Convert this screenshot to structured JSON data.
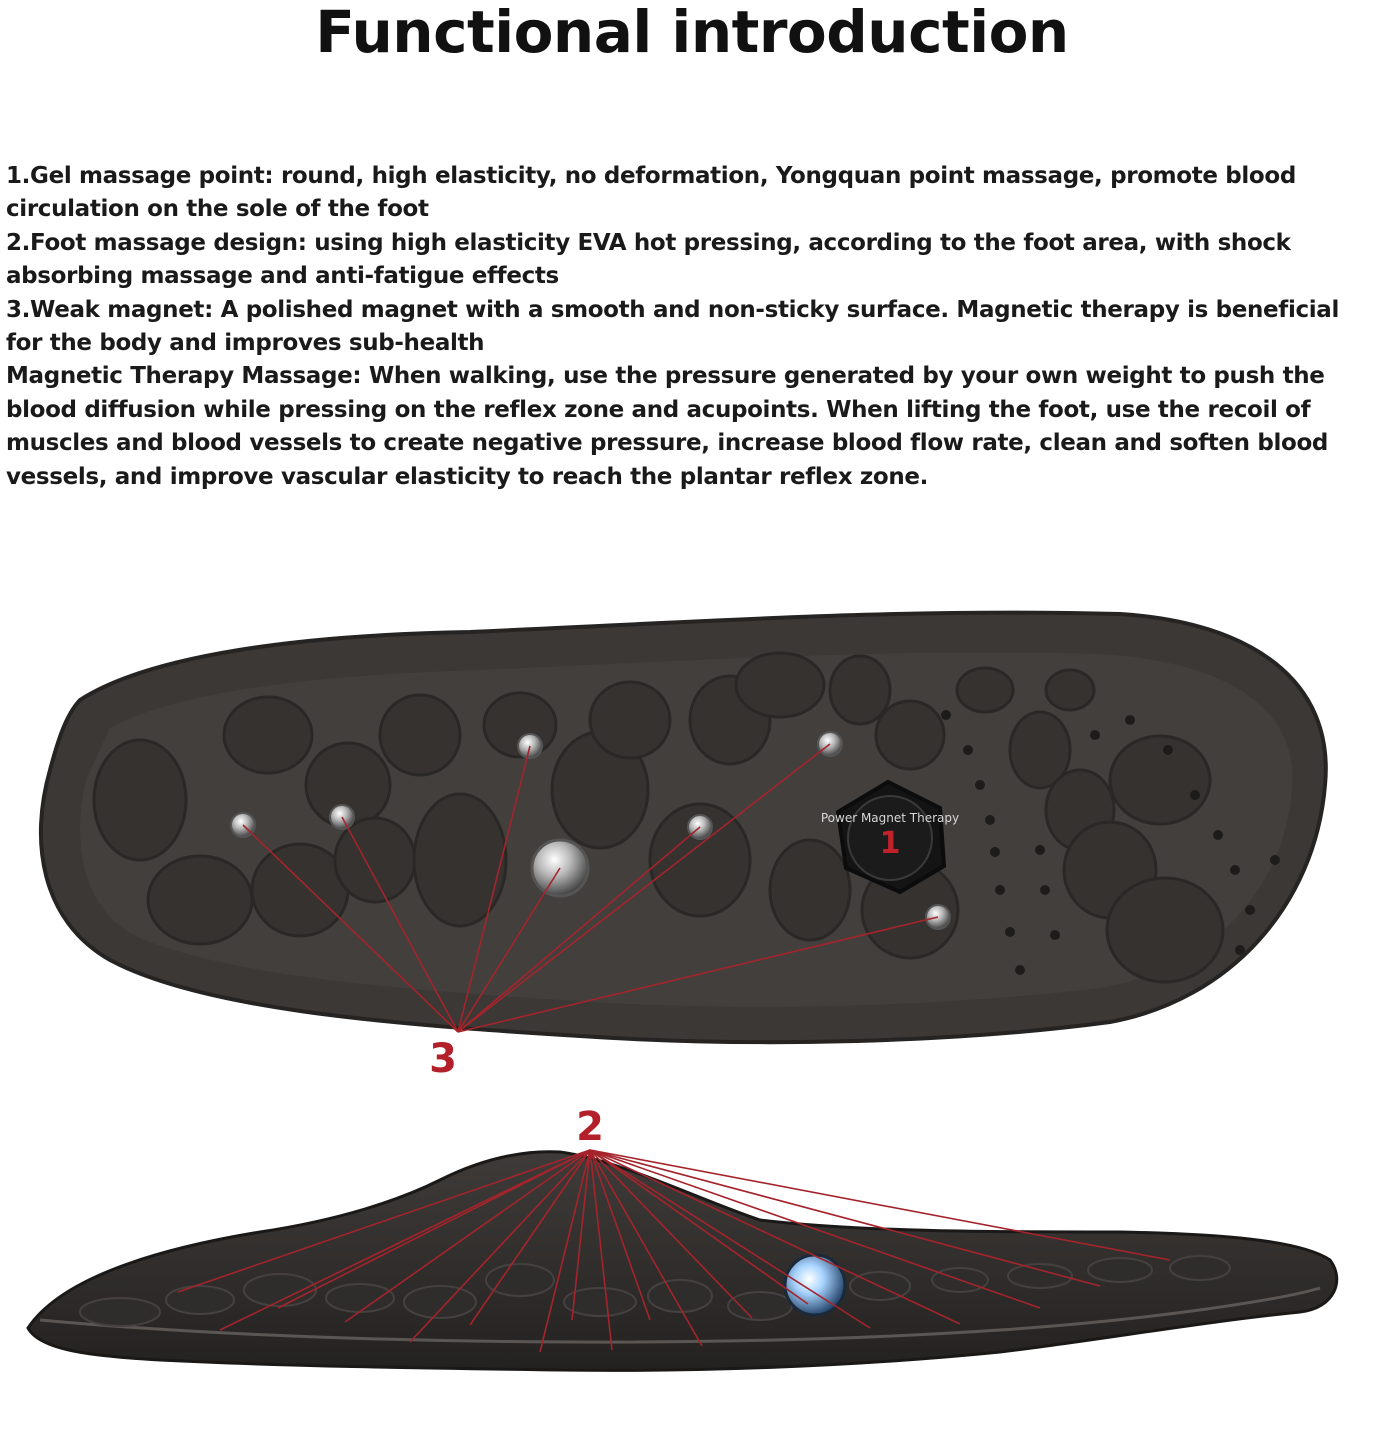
{
  "title": "Functional introduction",
  "paragraphs": [
    "1.Gel massage point: round, high elasticity, no deformation, Yongquan point massage, promote blood circulation on the sole of the foot",
    "2.Foot massage design: using high elasticity EVA hot pressing, according to the foot area, with shock absorbing massage and anti-fatigue effects",
    "3.Weak magnet: A polished magnet with a smooth and non-sticky surface. Magnetic therapy is beneficial for the body and improves sub-health",
    "Magnetic Therapy Massage: When walking, use the pressure generated by your own weight to push the blood diffusion while pressing on the reflex zone and acupoints. When lifting the foot, use the recoil of muscles and blood vessels to create negative pressure, increase blood flow rate, clean and soften blood vessels, and improve vascular elasticity to reach the plantar reflex zone."
  ],
  "callouts": {
    "gel_point": "1",
    "massage_design": "2",
    "weak_magnet": "3"
  },
  "magnet_badge_text": "Power Magnet Therapy",
  "colors": {
    "insole": "#3d3a38",
    "insole_dark": "#2a2826",
    "callout_red": "#b3202a",
    "line_red": "#a5242c"
  }
}
